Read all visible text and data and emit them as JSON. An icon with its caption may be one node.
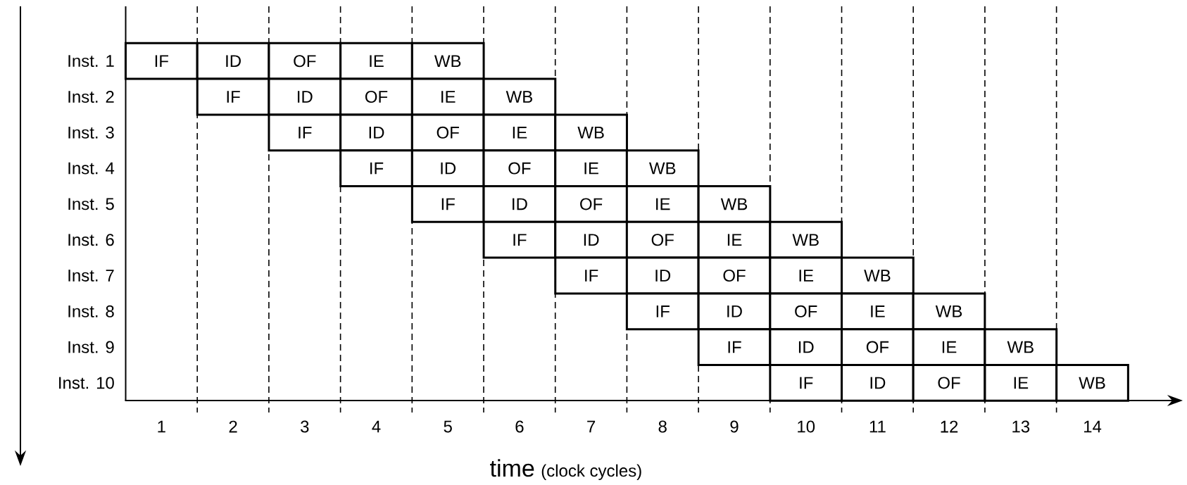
{
  "diagram": {
    "nodes": [
      {
        "text": [
          "IF"
        ]
      },
      {
        "text": [
          "ID"
        ]
      },
      {
        "text": [
          "OF"
        ]
      },
      {
        "text": [
          "IE"
        ]
      },
      {
        "text": [
          "WB"
        ]
      },
      {
        "text": [
          "IF"
        ]
      },
      {
        "text": [
          "ID"
        ]
      },
      {
        "text": [
          "OF"
        ]
      },
      {
        "text": [
          "IE"
        ]
      },
      {
        "text": [
          "WB"
        ]
      },
      {
        "text": [
          "IF"
        ]
      },
      {
        "text": [
          "ID"
        ]
      },
      {
        "text": [
          "OF"
        ]
      },
      {
        "text": [
          "IE"
        ]
      },
      {
        "text": [
          "WB"
        ]
      },
      {
        "text": [
          "IF"
        ]
      },
      {
        "text": [
          "ID"
        ]
      },
      {
        "text": [
          "OF"
        ]
      },
      {
        "text": [
          "IE"
        ]
      },
      {
        "text": [
          "WB"
        ]
      },
      {
        "text": [
          "IF"
        ]
      },
      {
        "text": [
          "ID"
        ]
      },
      {
        "text": [
          "OF"
        ]
      },
      {
        "text": [
          "IE"
        ]
      },
      {
        "text": [
          "WB"
        ]
      },
      {
        "text": [
          "IF"
        ]
      },
      {
        "text": [
          "ID"
        ]
      },
      {
        "text": [
          "OF"
        ]
      },
      {
        "text": [
          "IE"
        ]
      },
      {
        "text": [
          "WB"
        ]
      },
      {
        "text": [
          "IF"
        ]
      },
      {
        "text": [
          "ID"
        ]
      },
      {
        "text": [
          "OF"
        ]
      },
      {
        "text": [
          "IE"
        ]
      },
      {
        "text": [
          "WB"
        ]
      },
      {
        "text": [
          "IF"
        ]
      },
      {
        "text": [
          "ID"
        ]
      },
      {
        "text": [
          "OF"
        ]
      },
      {
        "text": [
          "IE"
        ]
      },
      {
        "text": [
          "WB"
        ]
      },
      {
        "text": [
          "IF"
        ]
      },
      {
        "text": [
          "ID"
        ]
      },
      {
        "text": [
          "OF"
        ]
      },
      {
        "text": [
          "IE"
        ]
      },
      {
        "text": [
          "WB"
        ]
      },
      {
        "text": [
          "IF"
        ]
      },
      {
        "text": [
          "ID"
        ]
      },
      {
        "text": [
          "OF"
        ]
      },
      {
        "text": [
          "IE"
        ]
      },
      {
        "text": [
          "WB"
        ]
      }
    ],
    "labels": [
      "Inst. 1",
      "Inst. 2",
      "Inst. 3",
      "Inst. 4",
      "Inst. 5",
      "Inst. 6",
      "Inst. 7",
      "Inst. 8",
      "Inst. 9",
      "Inst. 10",
      "1",
      "2",
      "3",
      "4",
      "5",
      "6",
      "7",
      "8",
      "9",
      "10",
      "11",
      "12",
      "13",
      "14",
      "time",
      "(clock cycles)"
    ]
  }
}
